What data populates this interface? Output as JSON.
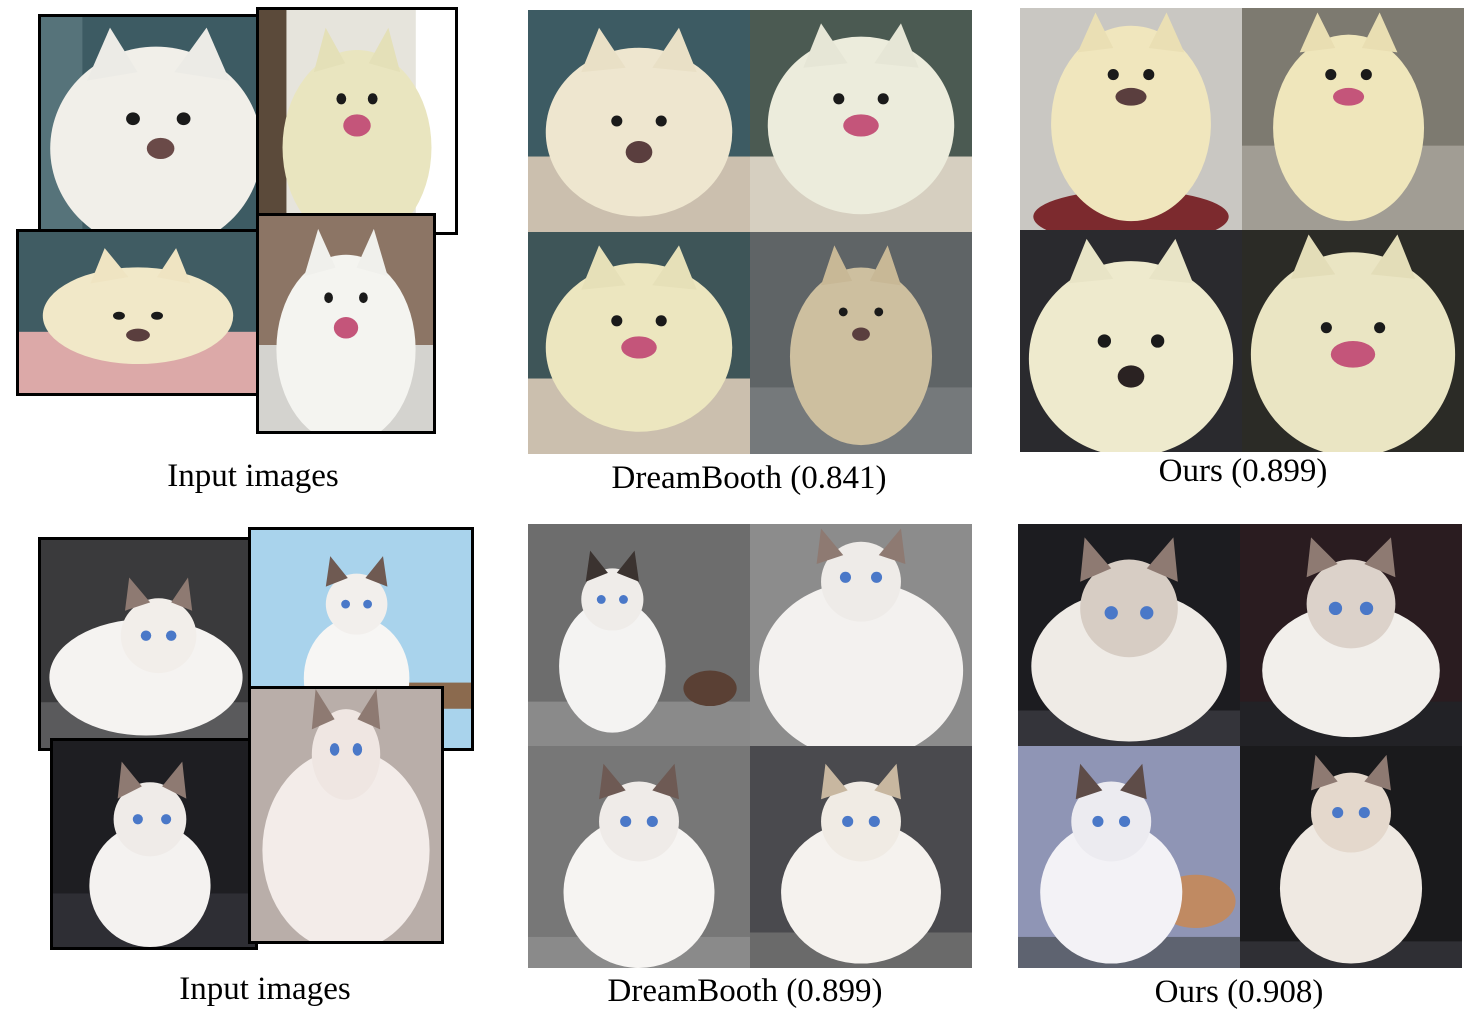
{
  "figure": {
    "rows": [
      {
        "subject": "dog",
        "captions": {
          "input": "Input images",
          "dreambooth": "DreamBooth (0.841)",
          "ours": "Ours (0.899)"
        }
      },
      {
        "subject": "cat",
        "captions": {
          "input": "Input images",
          "dreambooth": "DreamBooth (0.899)",
          "ours": "Ours (0.908)"
        }
      }
    ]
  },
  "palette": {
    "dog_fur": "#efe9d6",
    "dog_cream": "#ece6bf",
    "cat_fur": "#f4f2f1",
    "cat_mask": "#8e7a72",
    "cat_eye": "#4a78c8",
    "bg_gray": "#6d6d6d",
    "bg_dark": "#1e1e22",
    "bg_blue": "#a9d3ec",
    "bg_teal": "#3d5b63",
    "bed_pink": "#dca9a8",
    "bed_beige": "#cbbfae"
  }
}
